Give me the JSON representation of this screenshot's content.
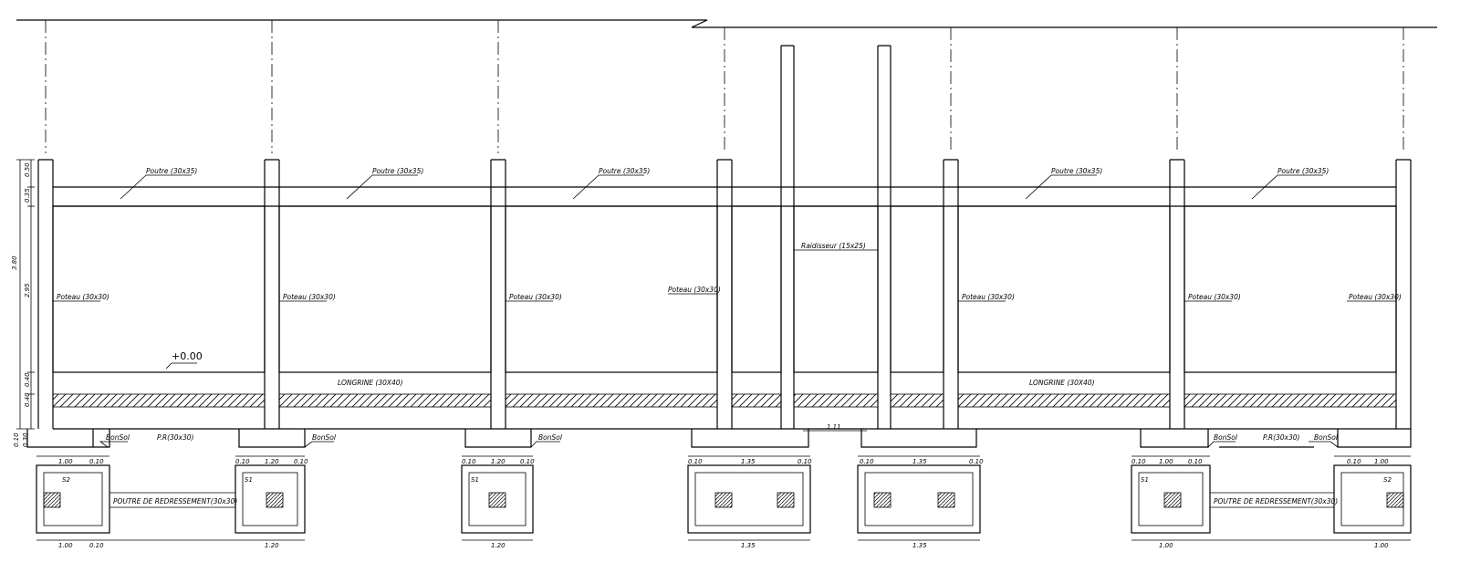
{
  "labels": {
    "poutre": "Poutre (30x35)",
    "poteau": "Poteau (30x30)",
    "raidisseur": "Raidisseur (15x25)",
    "longrine": "LONGRINE (30X40)",
    "elevation": "+0.00",
    "bon_sol": "BonSol",
    "pr": "P.R(30x30)",
    "poutre_redressement": "POUTRE DE REDRESSEMENT(30x30)",
    "gap": "1.11"
  },
  "footing_tags": {
    "s1": "S1",
    "s2": "S2"
  },
  "vertical_dims": {
    "total": "3.80",
    "d1": "0.50",
    "d2": "0.35",
    "d3": "2.95",
    "d4": "0.40",
    "d5": "0.40",
    "foot_a": "0.10",
    "foot_b": "0.30"
  },
  "horizontal_dims": {
    "w100": "1.00",
    "w010": "0.10",
    "w120": "1.20",
    "w135": "1.35"
  },
  "plan_dims": {
    "h120": "1.20",
    "h010": "0.10",
    "h100": "1.00"
  }
}
